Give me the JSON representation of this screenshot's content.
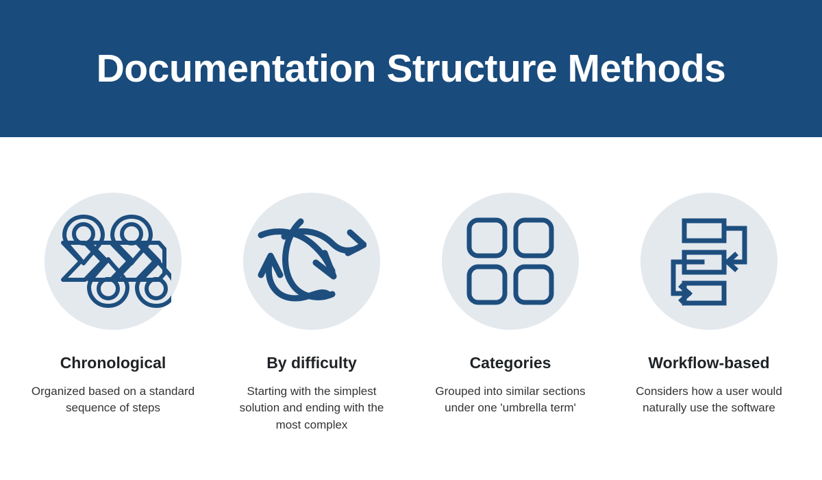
{
  "header": {
    "title": "Documentation Structure Methods",
    "background_color": "#194b7c",
    "text_color": "#ffffff"
  },
  "theme": {
    "accent_color": "#194b7c",
    "icon_stroke_color": "#1d4e7e",
    "circle_fill_color": "#e4e9ee",
    "title_text_color": "#1f2326",
    "body_text_color": "#333333",
    "page_background": "#ffffff"
  },
  "columns": [
    {
      "icon": "timeline-chevrons-icon",
      "title": "Chronological",
      "description": "Organized based on a standard sequence of steps"
    },
    {
      "icon": "tangled-arrows-icon",
      "title": "By difficulty",
      "description": "Starting with the simplest solution and ending with the most complex"
    },
    {
      "icon": "grid-squares-icon",
      "title": "Categories",
      "description": "Grouped into similar sections under one 'umbrella term'"
    },
    {
      "icon": "workflow-boxes-icon",
      "title": "Workflow-based",
      "description": "Considers how a user would naturally use the software"
    }
  ]
}
